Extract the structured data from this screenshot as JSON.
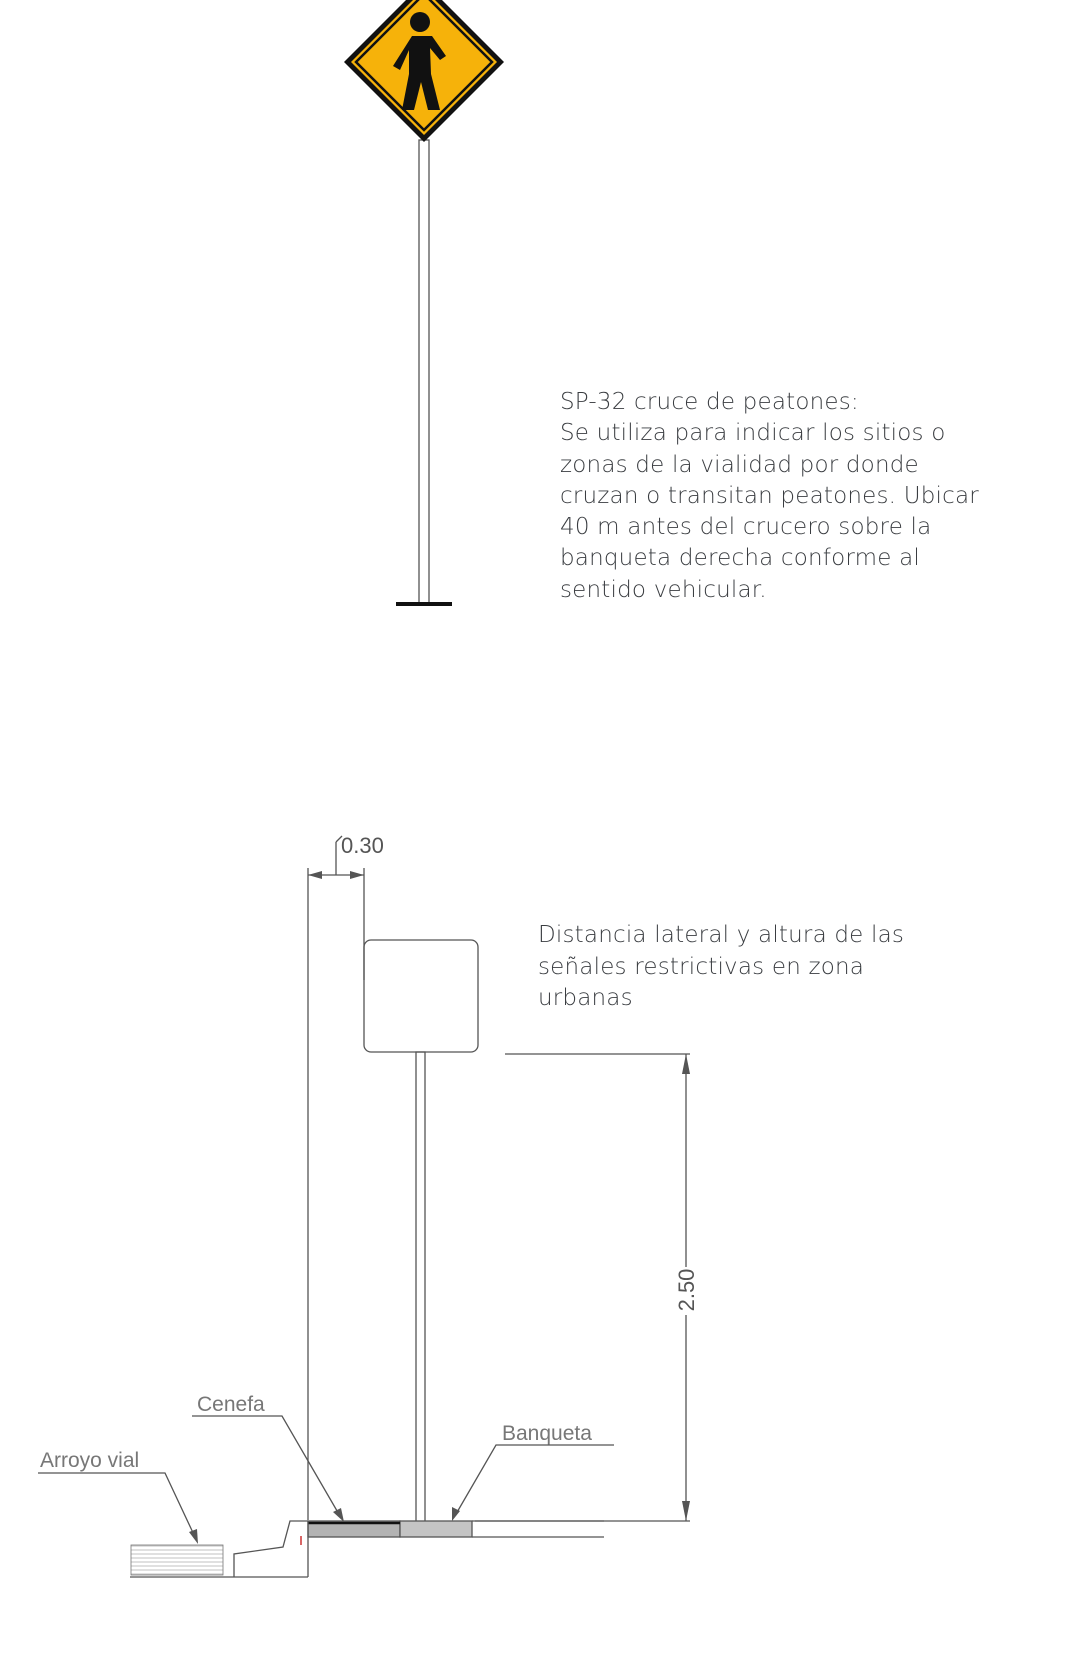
{
  "sign_description": {
    "lines": [
      "SP-32 cruce de peatones:",
      "Se utiliza para indicar los sitios o",
      "zonas de la vialidad por donde",
      "cruzan o transitan peatones. Ubicar",
      "40 m antes del crucero sobre la",
      "banqueta derecha conforme al",
      "sentido vehicular."
    ]
  },
  "placement_description": {
    "lines": [
      "Distancia lateral y altura de las",
      "señales  restrictivas en zona",
      "urbanas"
    ]
  },
  "dimensions": {
    "lateral_offset": "0.30",
    "sign_height": "2.50"
  },
  "labels": {
    "cenefa": "Cenefa",
    "banqueta": "Banqueta",
    "arroyo_vial": "Arroyo vial"
  },
  "colors": {
    "sign_yellow": "#f6b20a",
    "sign_black": "#111111",
    "line": "#555555",
    "text": "#3a3d41"
  }
}
